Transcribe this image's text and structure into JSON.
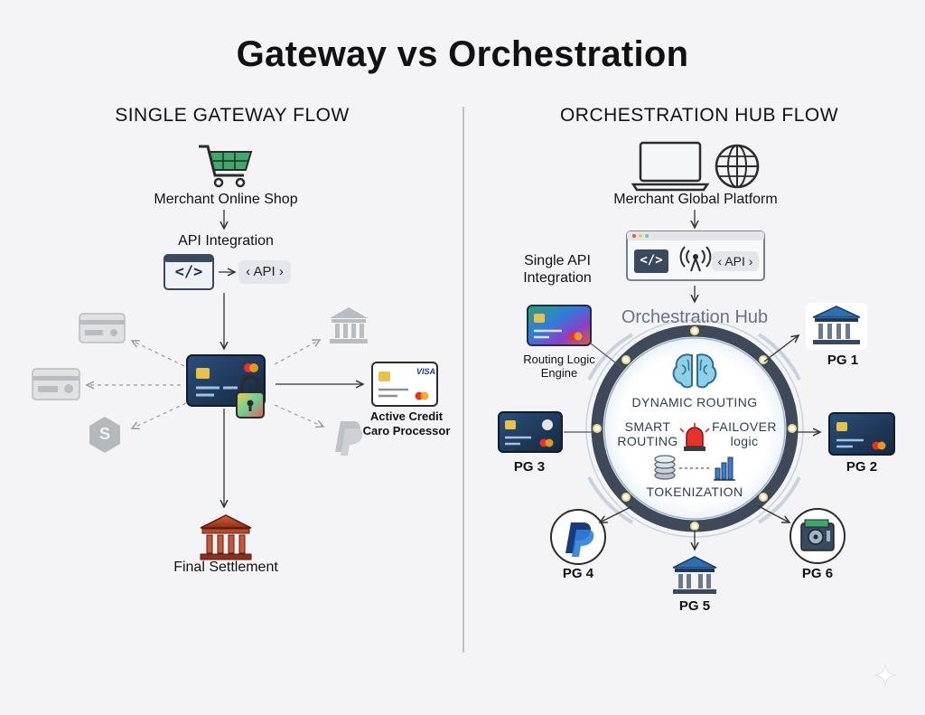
{
  "title": "Gateway vs Orchestration",
  "single": {
    "heading": "SINGLE GATEWAY FLOW",
    "merchant": "Merchant Online Shop",
    "api_integration": "API Integration",
    "code_tag": "</>",
    "api_tag": "‹ API ›",
    "processor_line1": "Active Credit",
    "processor_line2": "Caro Processor",
    "card_brand": "VISA",
    "settlement": "Final Settlement",
    "s_badge": "S"
  },
  "orch": {
    "heading": "ORCHESTRATION HUB FLOW",
    "merchant": "Merchant Global Platform",
    "single_api_line1": "Single API",
    "single_api_line2": "Integration",
    "code_tag": "</>",
    "api_tag": "‹ API ›",
    "hub_title": "Orchestration Hub",
    "routing_engine_line1": "Routing Logic",
    "routing_engine_line2": "Engine",
    "dynamic_routing": "DYNAMIC ROUTING",
    "smart_line1": "SMART",
    "smart_line2": "ROUTING",
    "failover_line1": "FAILOVER",
    "failover_line2": "logic",
    "tokenization": "TOKENIZATION",
    "pg1": "PG 1",
    "pg2": "PG 2",
    "pg3": "PG 3",
    "pg4": "PG 4",
    "pg5": "PG 5",
    "pg6": "PG 6"
  },
  "colors": {
    "card_dark": "#1f3a5c",
    "card_blue": "#2a5d8f",
    "bank_red": "#b84a2e",
    "hub_ring": "#4a5568",
    "arrow": "#333333",
    "dashed": "#9a9a9a",
    "paypal_dark": "#1b3a7a",
    "paypal_light": "#2f7ed8"
  },
  "icons": [
    "shopping-cart-icon",
    "code-window-icon",
    "credit-card-icon",
    "padlock-icon",
    "bank-icon",
    "paypal-icon",
    "laptop-icon",
    "globe-icon",
    "broadcast-icon",
    "brain-icon",
    "alarm-icon",
    "coin-stack-icon",
    "bar-chart-icon",
    "safe-icon",
    "sparkle-icon"
  ]
}
